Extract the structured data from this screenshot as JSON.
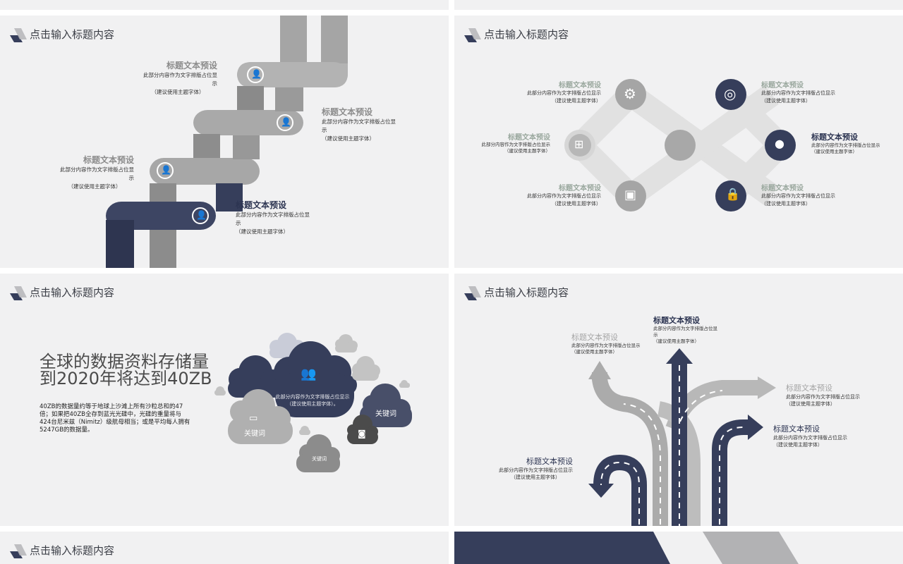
{
  "header_title": "点击输入标题内容",
  "colors": {
    "navy": "#363e5b",
    "gray": "#a8a8a8",
    "light_gray": "#d5d5d5",
    "bg": "#f1f1f2"
  },
  "slide1": {
    "items": [
      {
        "title": "标题文本预设",
        "desc": "此部分内容作为文字排版占位显示",
        "note": "（建议使用主题字体）"
      },
      {
        "title": "标题文本预设",
        "desc": "此部分内容作为文字排版占位显示",
        "note": "（建议使用主题字体）"
      },
      {
        "title": "标题文本预设",
        "desc": "此部分内容作为文字排版占位显示",
        "note": "（建议使用主题字体）"
      },
      {
        "title": "标题文本预设",
        "desc": "此部分内容作为文字排版占位显示",
        "note": "（建议使用主题字体）"
      }
    ]
  },
  "slide2": {
    "items": [
      {
        "title": "标题文本预设",
        "desc": "此部分内容作为文字排版占位显示",
        "note": "（建议使用主题字体）"
      },
      {
        "title": "标题文本预设",
        "desc": "此部分内容作为文字排版占位显示",
        "note": "（建议使用主题字体）"
      },
      {
        "title": "标题文本预设",
        "desc": "此部分内容作为文字排版占位显示",
        "note": "（建议使用主题字体）"
      },
      {
        "title": "标题文本预设",
        "desc": "此部分内容作为文字排版占位显示",
        "note": "（建议使用主题字体）"
      },
      {
        "title": "标题文本预设",
        "desc": "此部分内容作为文字排版占位显示",
        "note": "（建议使用主题字体）"
      },
      {
        "title": "标题文本预设",
        "desc": "此部分内容作为文字排版占位显示",
        "note": "（建议使用主题字体）"
      }
    ],
    "icons": [
      "gear-icon",
      "aperture-icon",
      "windows-icon",
      "apple-icon",
      "instagram-icon",
      "lock-icon"
    ]
  },
  "slide3": {
    "headline_line1": "全球的数据资料存储量",
    "headline_line2": "到2020年将达到40ZB",
    "paragraph": "40ZB的数据量约等于地球上沙滩上所有沙粒总和的47倍；如果把40ZB全存到蓝光光碟中，光碟的重量将与424台尼米兹（Nimitz）级航母相当；或是平均每人拥有5247GB的数据量。",
    "cloud_center_text": "此部分内容作为文字排版占位显示（建议使用主题字体）。",
    "keyword_1": "关键词",
    "keyword_2": "关键词",
    "keyword_3": "关键词"
  },
  "slide4": {
    "items": [
      {
        "title": "标题文本预设",
        "desc": "此部分内容作为文字排版占位显示",
        "note": "（建议使用主题字体）"
      },
      {
        "title": "标题文本预设",
        "desc": "此部分内容作为文字排版占位显示",
        "note": "（建议使用主题字体）"
      },
      {
        "title": "标题文本预设",
        "desc": "此部分内容作为文字排版占位显示",
        "note": "（建议使用主题字体）"
      },
      {
        "title": "标题文本预设",
        "desc": "此部分内容作为文字排版占位显示",
        "note": "（建议使用主题字体）"
      },
      {
        "title": "标题文本预设",
        "desc": "此部分内容作为文字排版占位显示",
        "note": "（建议使用主题字体）"
      }
    ]
  }
}
